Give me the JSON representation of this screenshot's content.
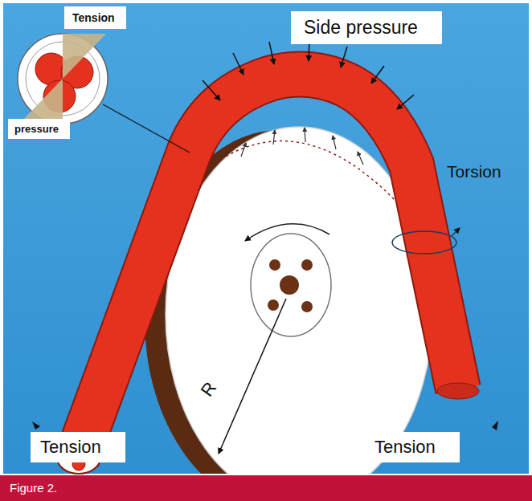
{
  "diagram": {
    "caption": "Figure 2.",
    "nodes": [
      {
        "text": [
          "Tension"
        ]
      },
      {
        "text": [
          "pressure"
        ]
      },
      {
        "text": [
          "Side pressure"
        ]
      },
      {
        "text": [
          "Tension"
        ]
      },
      {
        "text": [
          "Tension"
        ]
      }
    ],
    "labels": [
      "Torsion",
      "R"
    ]
  }
}
